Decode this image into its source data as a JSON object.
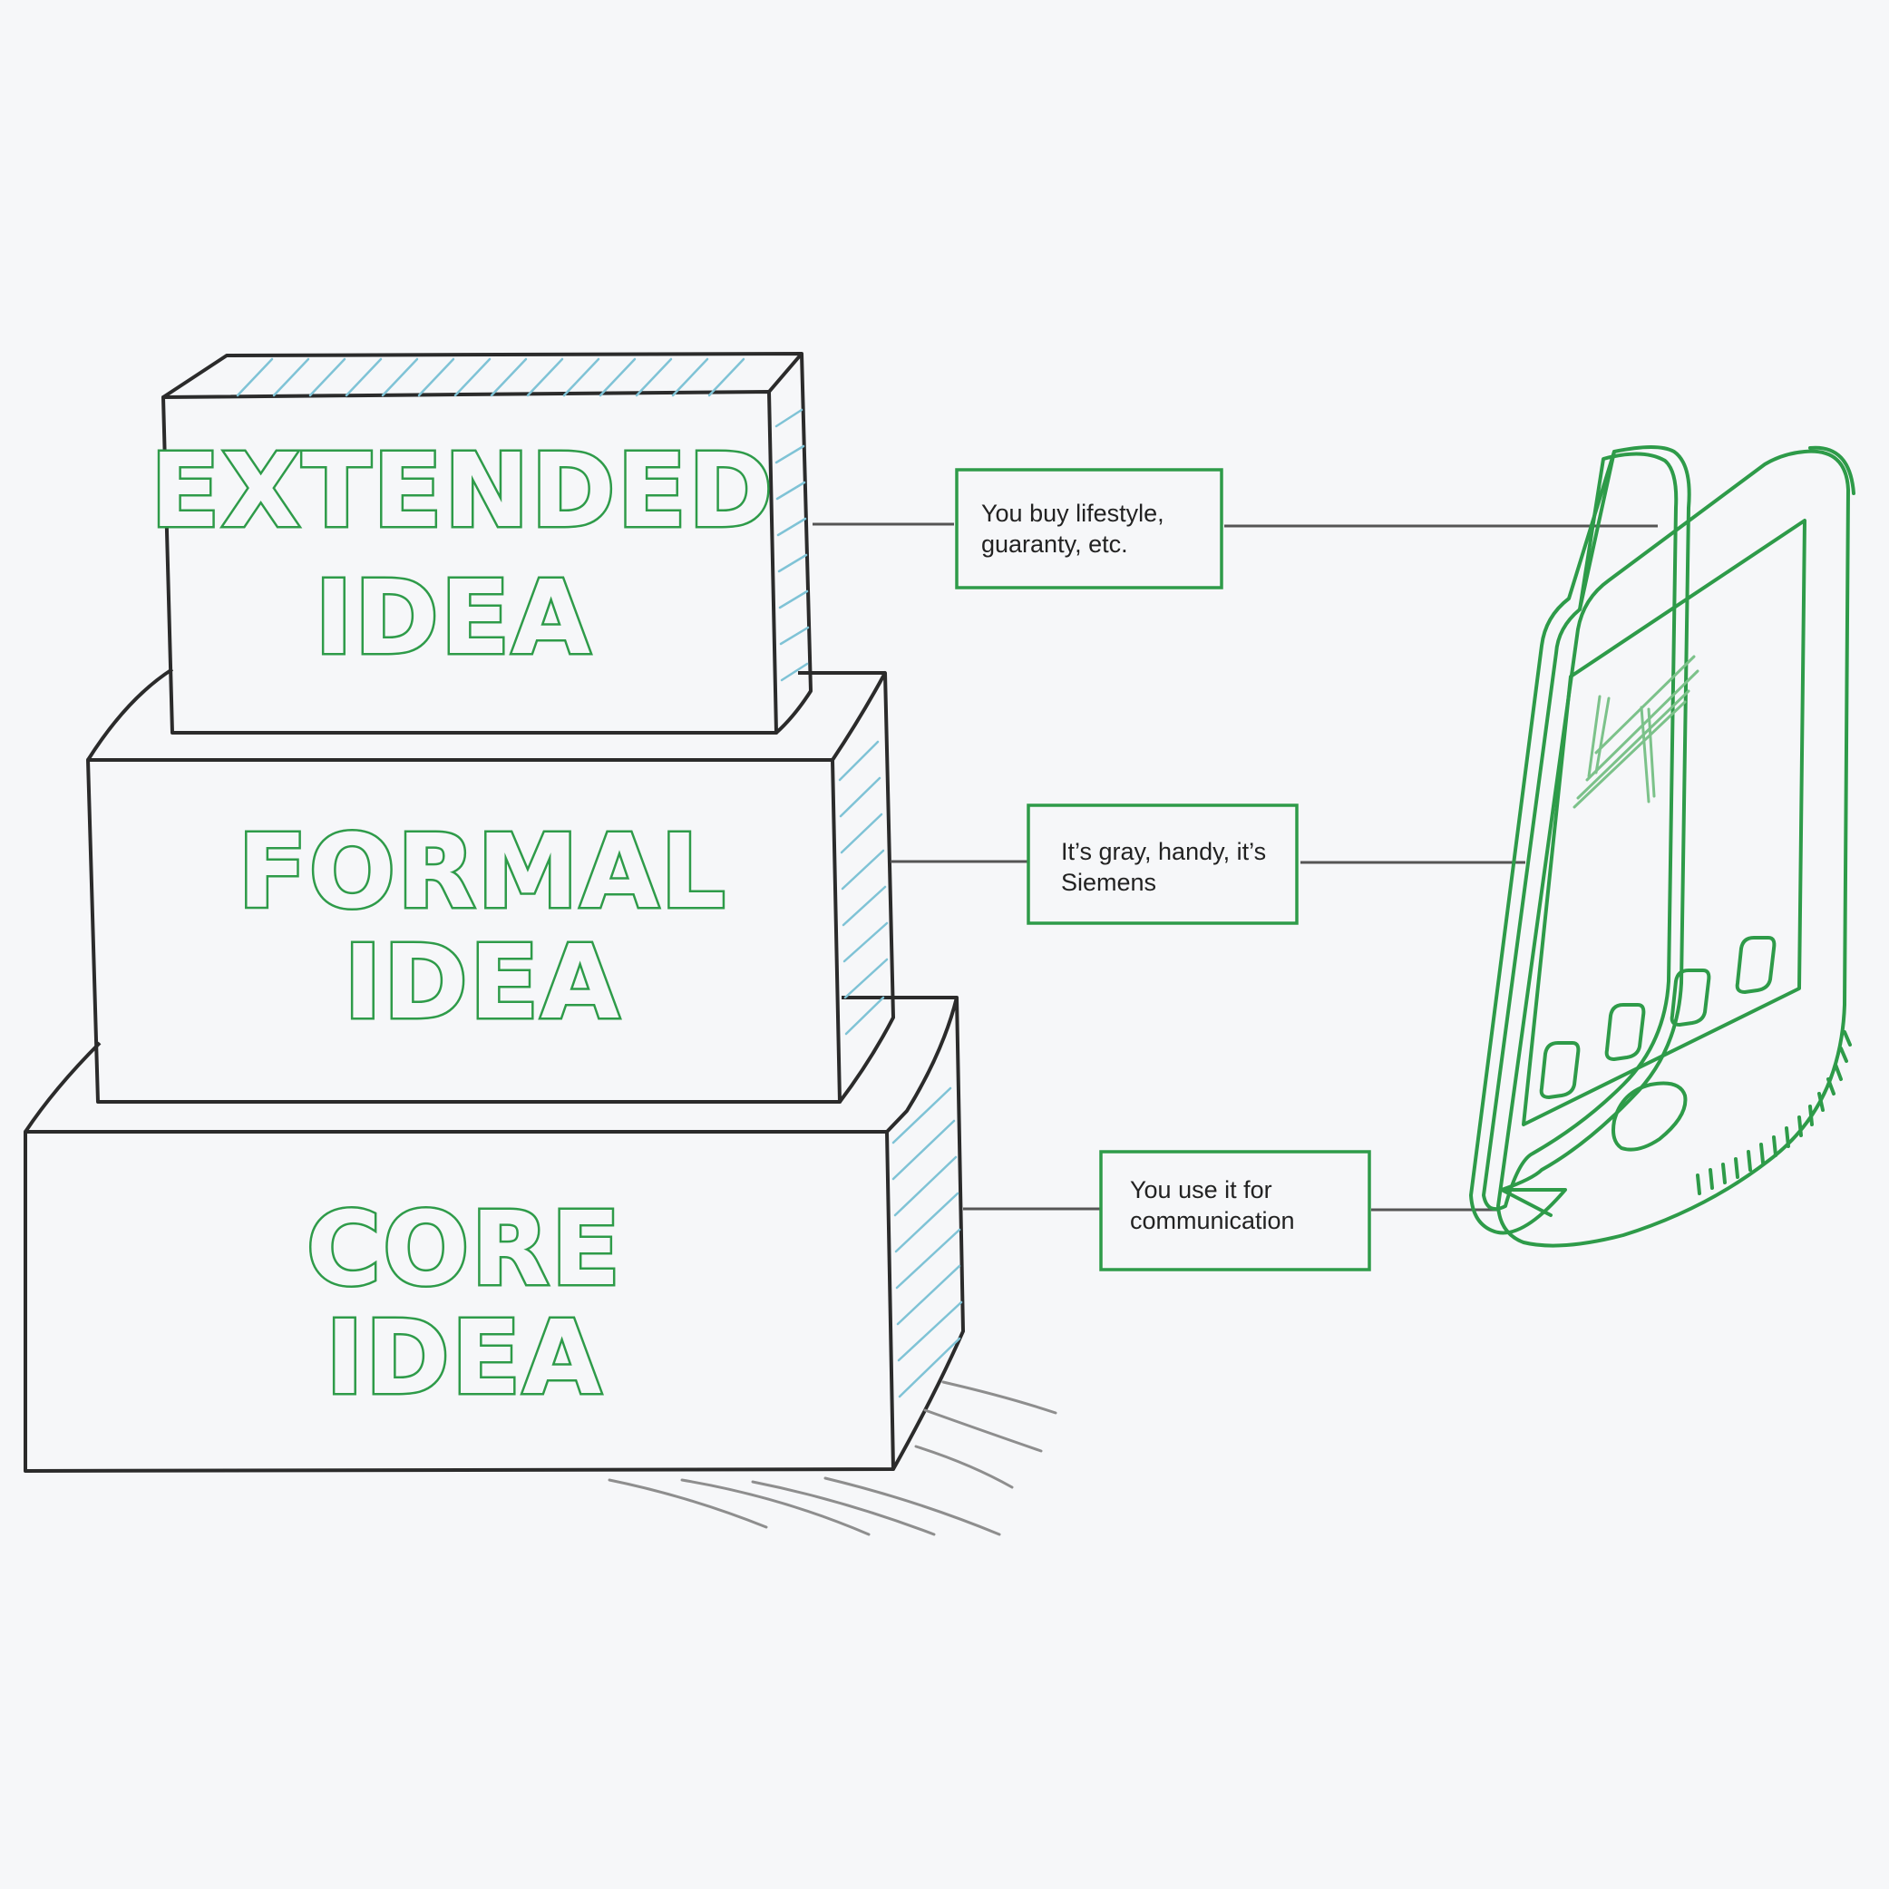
{
  "blocks": [
    {
      "id": "extended",
      "line1": "EXTENDED",
      "line2": "IDEA"
    },
    {
      "id": "formal",
      "line1": "FORMAL",
      "line2": "IDEA"
    },
    {
      "id": "core",
      "line1": "CORE",
      "line2": "IDEA"
    }
  ],
  "notes": [
    {
      "id": "extended",
      "line1": "You buy lifestyle,",
      "line2": "guaranty, etc."
    },
    {
      "id": "formal",
      "line1": "It’s gray, handy, it’s",
      "line2": "Siemens"
    },
    {
      "id": "core",
      "line1": "You use it for",
      "line2": "communication"
    }
  ],
  "colors": {
    "accent": "#2e9b49",
    "outline": "#2b2b2b",
    "hatch": "#7fc3d6",
    "background": "#f6f7f9"
  },
  "icons": {
    "phone": "smartphone-icon"
  }
}
